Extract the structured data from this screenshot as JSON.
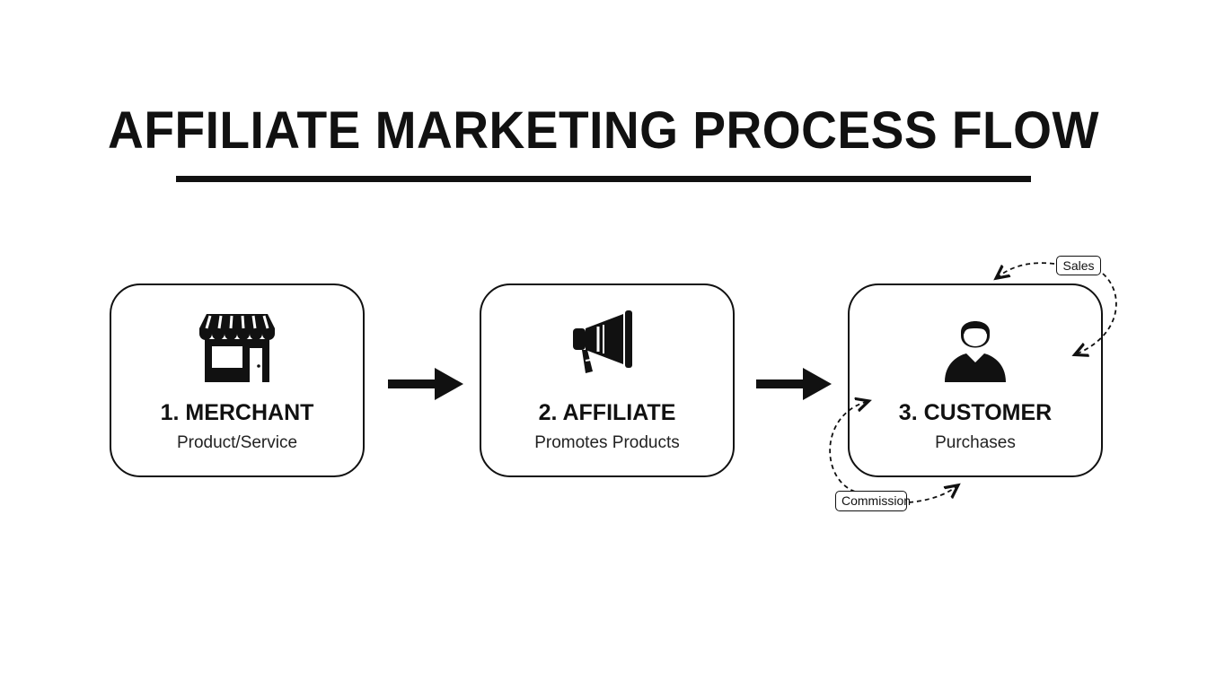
{
  "title": "AFFILIATE MARKETING PROCESS FLOW",
  "steps": [
    {
      "label": "1. MERCHANT",
      "description": "Product/Service",
      "icon": "storefront-icon"
    },
    {
      "label": "2. AFFILIATE",
      "description": "Promotes Products",
      "icon": "megaphone-icon"
    },
    {
      "label": "3. CUSTOMER",
      "description": "Purchases",
      "icon": "user-icon"
    }
  ],
  "connectors": [
    {
      "from": "1. MERCHANT",
      "to": "2. AFFILIATE",
      "icon": "right-arrow-icon"
    },
    {
      "from": "2. AFFILIATE",
      "to": "3. CUSTOMER",
      "icon": "right-arrow-icon"
    }
  ],
  "cycle_labels": {
    "sales": "Sales",
    "commission": "Commission"
  },
  "colors": {
    "foreground": "#111111",
    "background": "#ffffff"
  }
}
